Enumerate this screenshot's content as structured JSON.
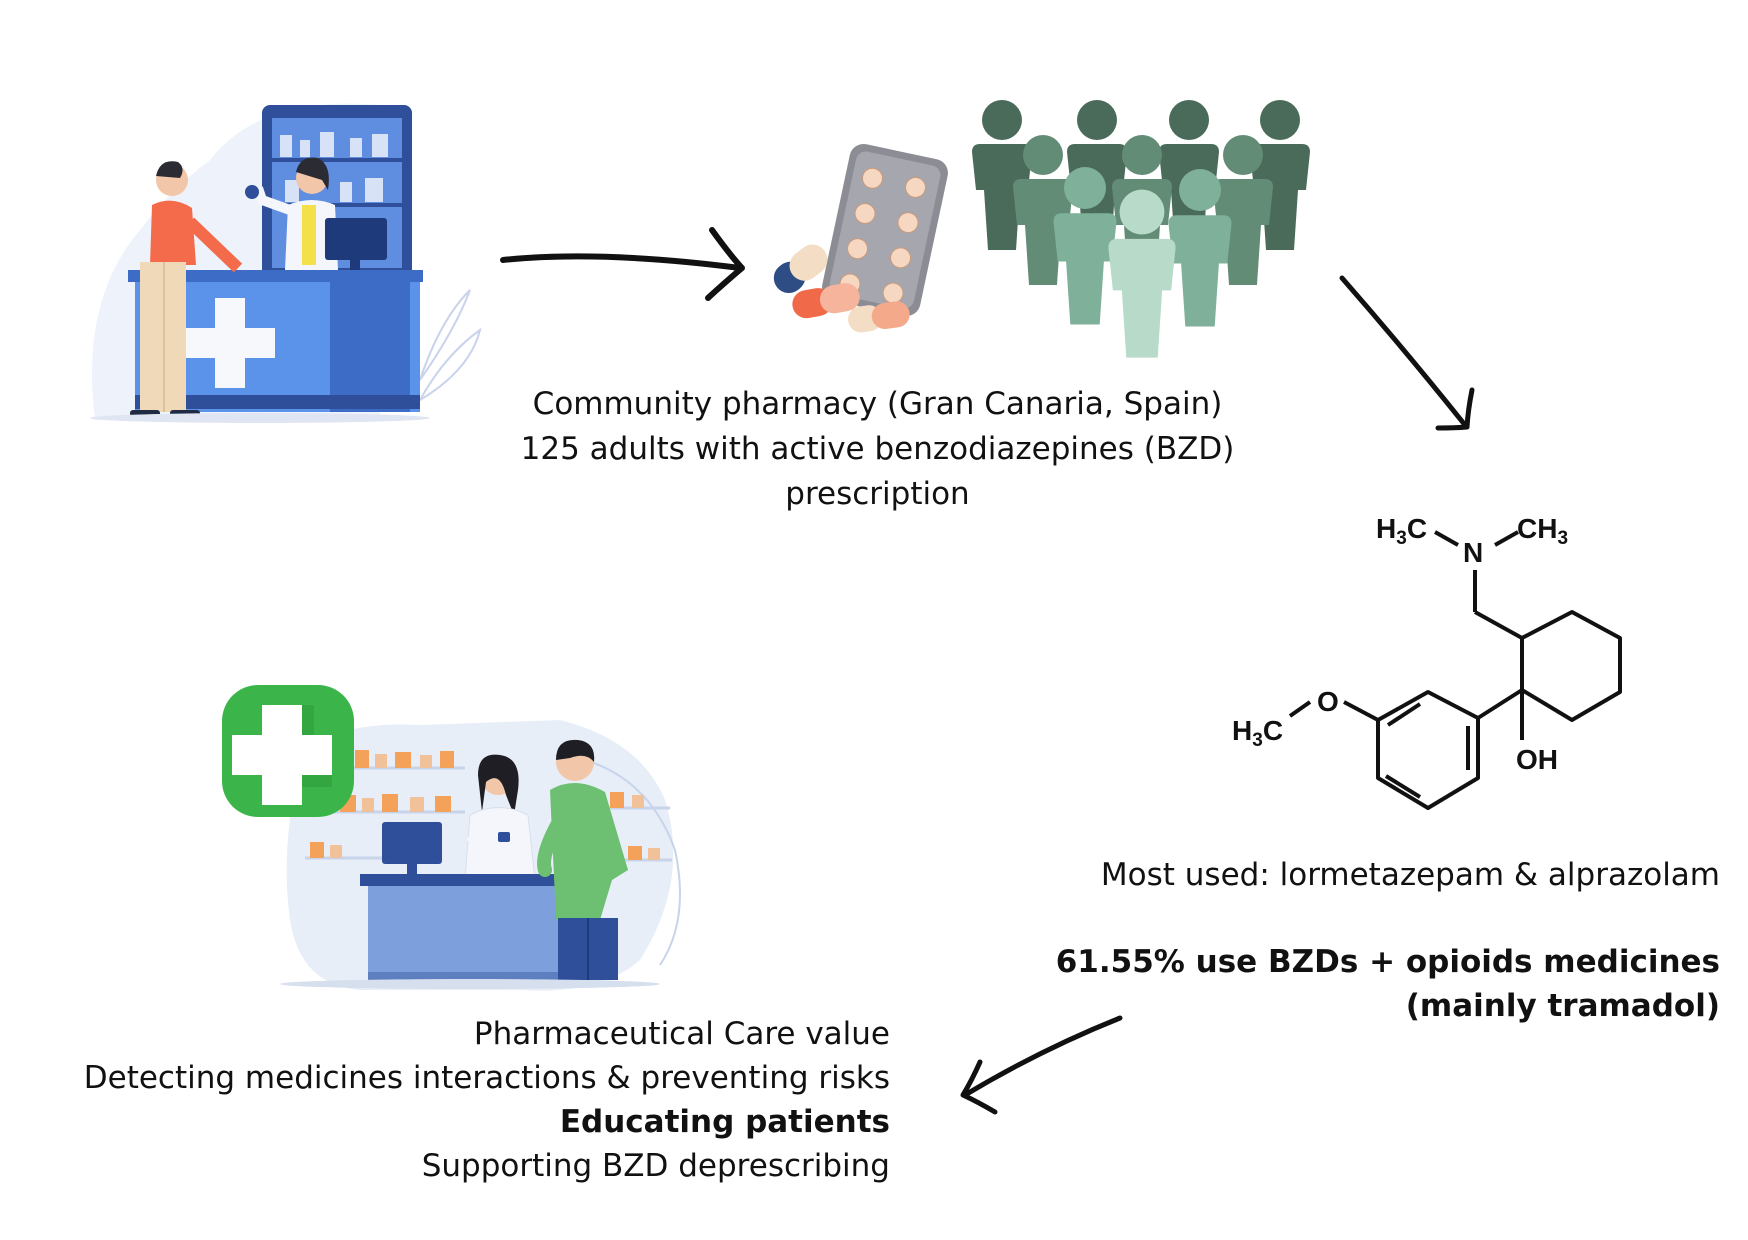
{
  "study": {
    "line1": "Community pharmacy (Gran Canaria, Spain)",
    "line2": "125 adults with active benzodiazepines (BZD)",
    "line3": "prescription"
  },
  "molecule": {
    "h3c_top": "H",
    "sub_3": "3",
    "c_letter": "C",
    "ch_top": "CH",
    "n_atom": "N",
    "o_atom": "O",
    "oh_group": "OH"
  },
  "findings": {
    "most_used": "Most used: lormetazepam & alprazolam",
    "combo_line1": "61.55% use BZDs + opioids medicines",
    "combo_line2": "(mainly tramadol)"
  },
  "value": {
    "line1": "Pharmaceutical Care value",
    "line2": "Detecting medicines interactions & preventing risks",
    "line3": "Educating patients",
    "line4": "Supporting BZD deprescribing"
  },
  "colors": {
    "pharmacy_blue": "#4a7fd6",
    "people_dark": "#4a6a5a",
    "people_light": "#b7dbc8",
    "cross_green": "#3bb54a",
    "arrow": "#111111"
  }
}
